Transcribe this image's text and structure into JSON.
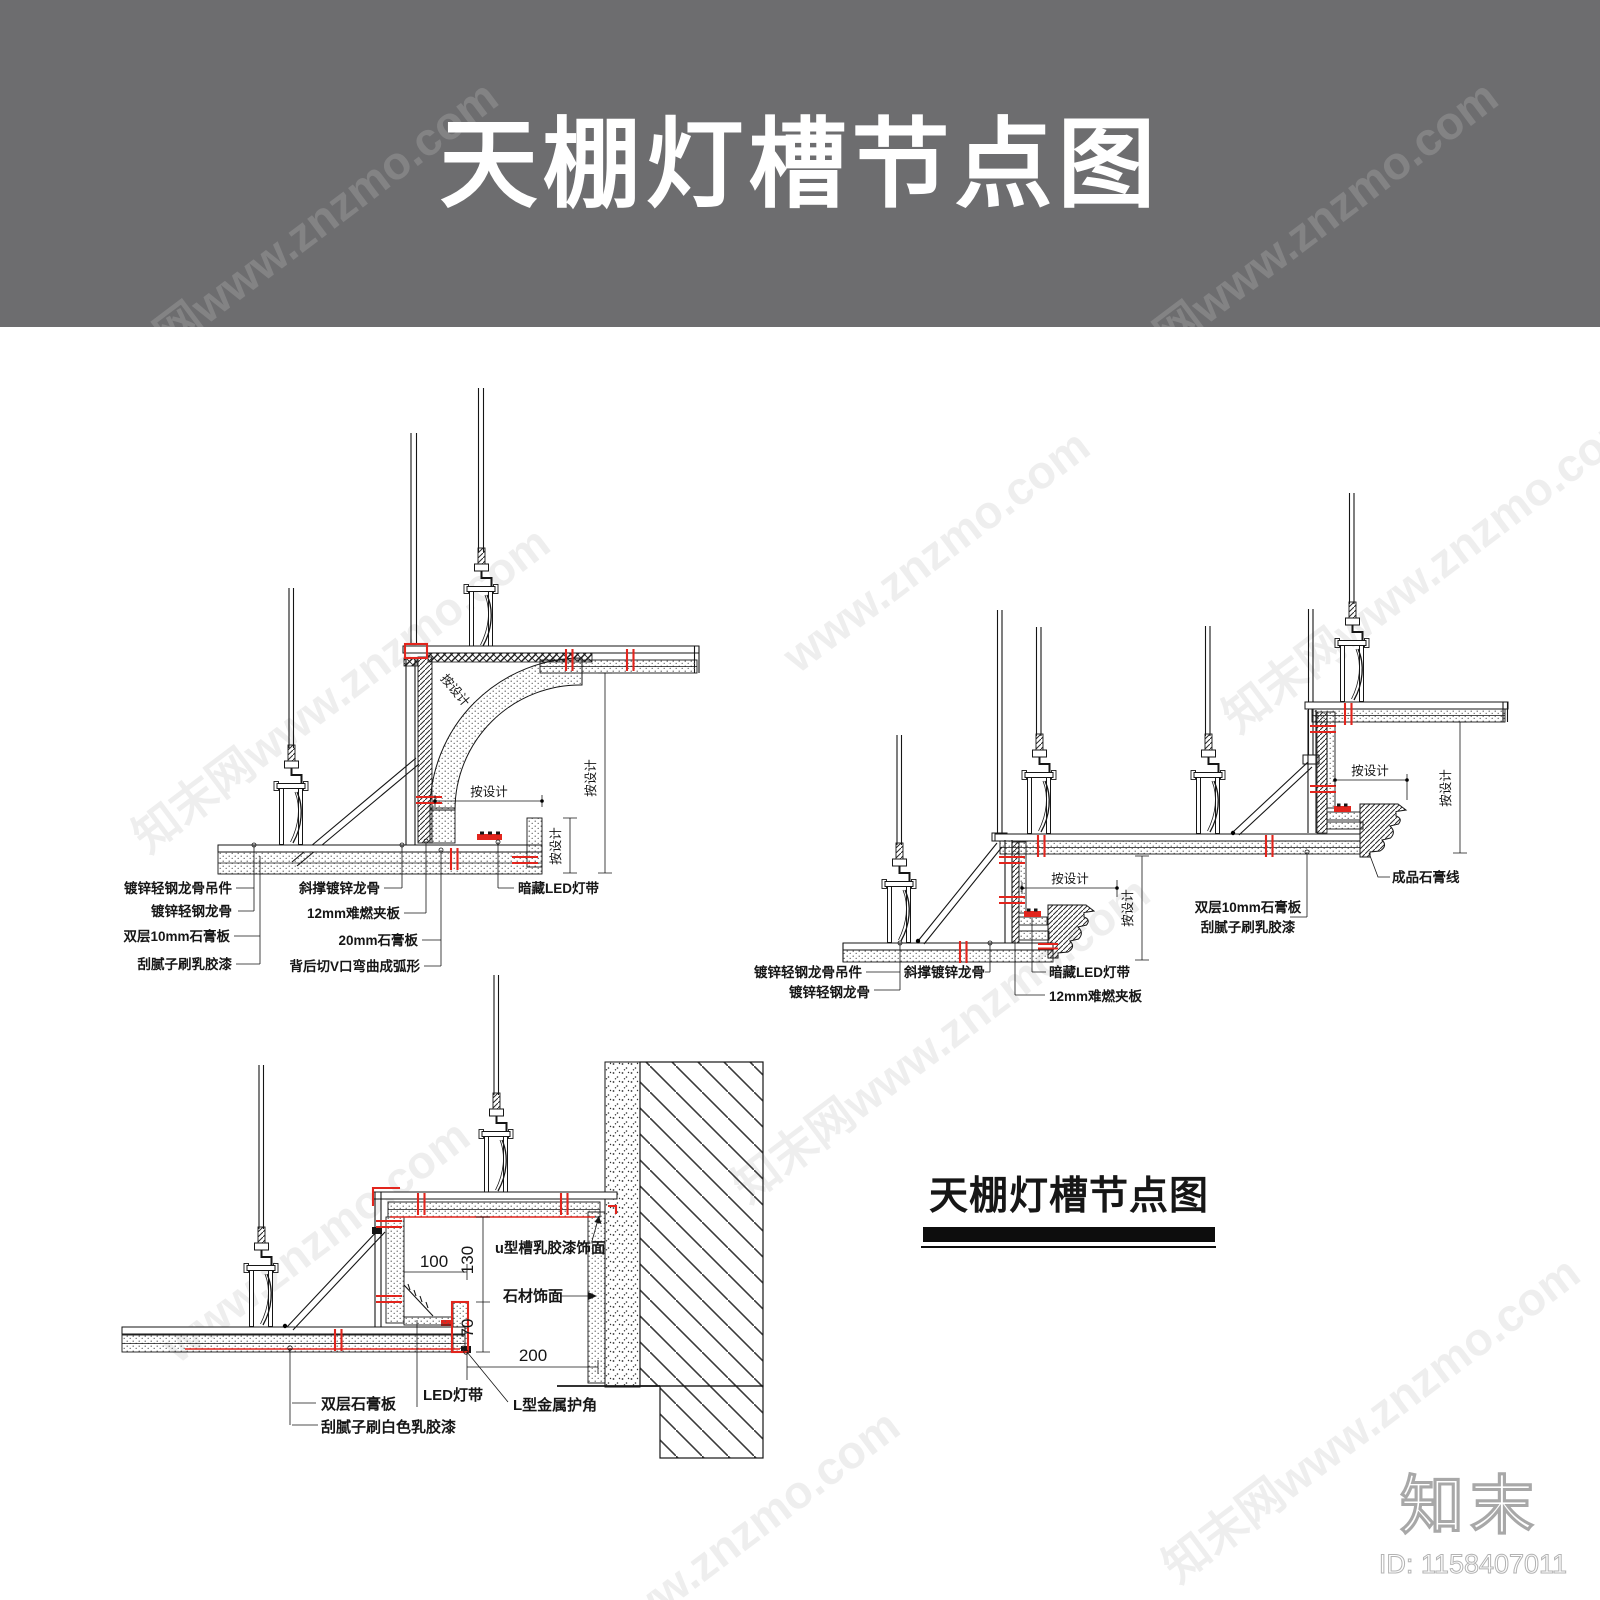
{
  "banner": {
    "title": "天棚灯槽节点图"
  },
  "colors": {
    "line": "#161616",
    "red": "#e2251d",
    "banner_bg": "#6d6d6f"
  },
  "dims": {
    "per_design": "按设计"
  },
  "d1": {
    "labels": {
      "hanger_part": "镀锌轻钢龙骨吊件",
      "keel": "镀锌轻钢龙骨",
      "double_gypsum": "双层10mm石膏板",
      "putty": "刮腻子刷乳胶漆",
      "brace": "斜撑镀锌龙骨",
      "plywood": "12mm难燃夹板",
      "gypsum20": "20mm石膏板",
      "vcut": "背后切V口弯曲成弧形",
      "led": "暗藏LED灯带"
    }
  },
  "d2": {
    "labels": {
      "hanger_part": "镀锌轻钢龙骨吊件",
      "keel": "镀锌轻钢龙骨",
      "brace": "斜撑镀锌龙骨",
      "led": "暗藏LED灯带",
      "plywood": "12mm难燃夹板",
      "double_gypsum10": "双层10mm石膏板",
      "putty": "刮腻子刷乳胶漆",
      "cornice": "成品石膏线"
    }
  },
  "d3": {
    "labels": {
      "u_groove": "u型槽乳胶漆饰面",
      "stone": "石材饰面",
      "led": "LED灯带",
      "l_angle": "L型金属护角",
      "double_gypsum": "双层石膏板",
      "putty_white": "刮腻子刷白色乳胶漆"
    },
    "dims": {
      "w100": "100",
      "h130": "130",
      "h70": "70",
      "w200": "200"
    }
  },
  "section": {
    "title": "天棚灯槽节点图"
  },
  "watermark": {
    "long": "知末网www.znzmo.com",
    "short": "www.znzmo.com"
  },
  "footer": {
    "logo": "知末",
    "id": "ID: 1158407011"
  }
}
